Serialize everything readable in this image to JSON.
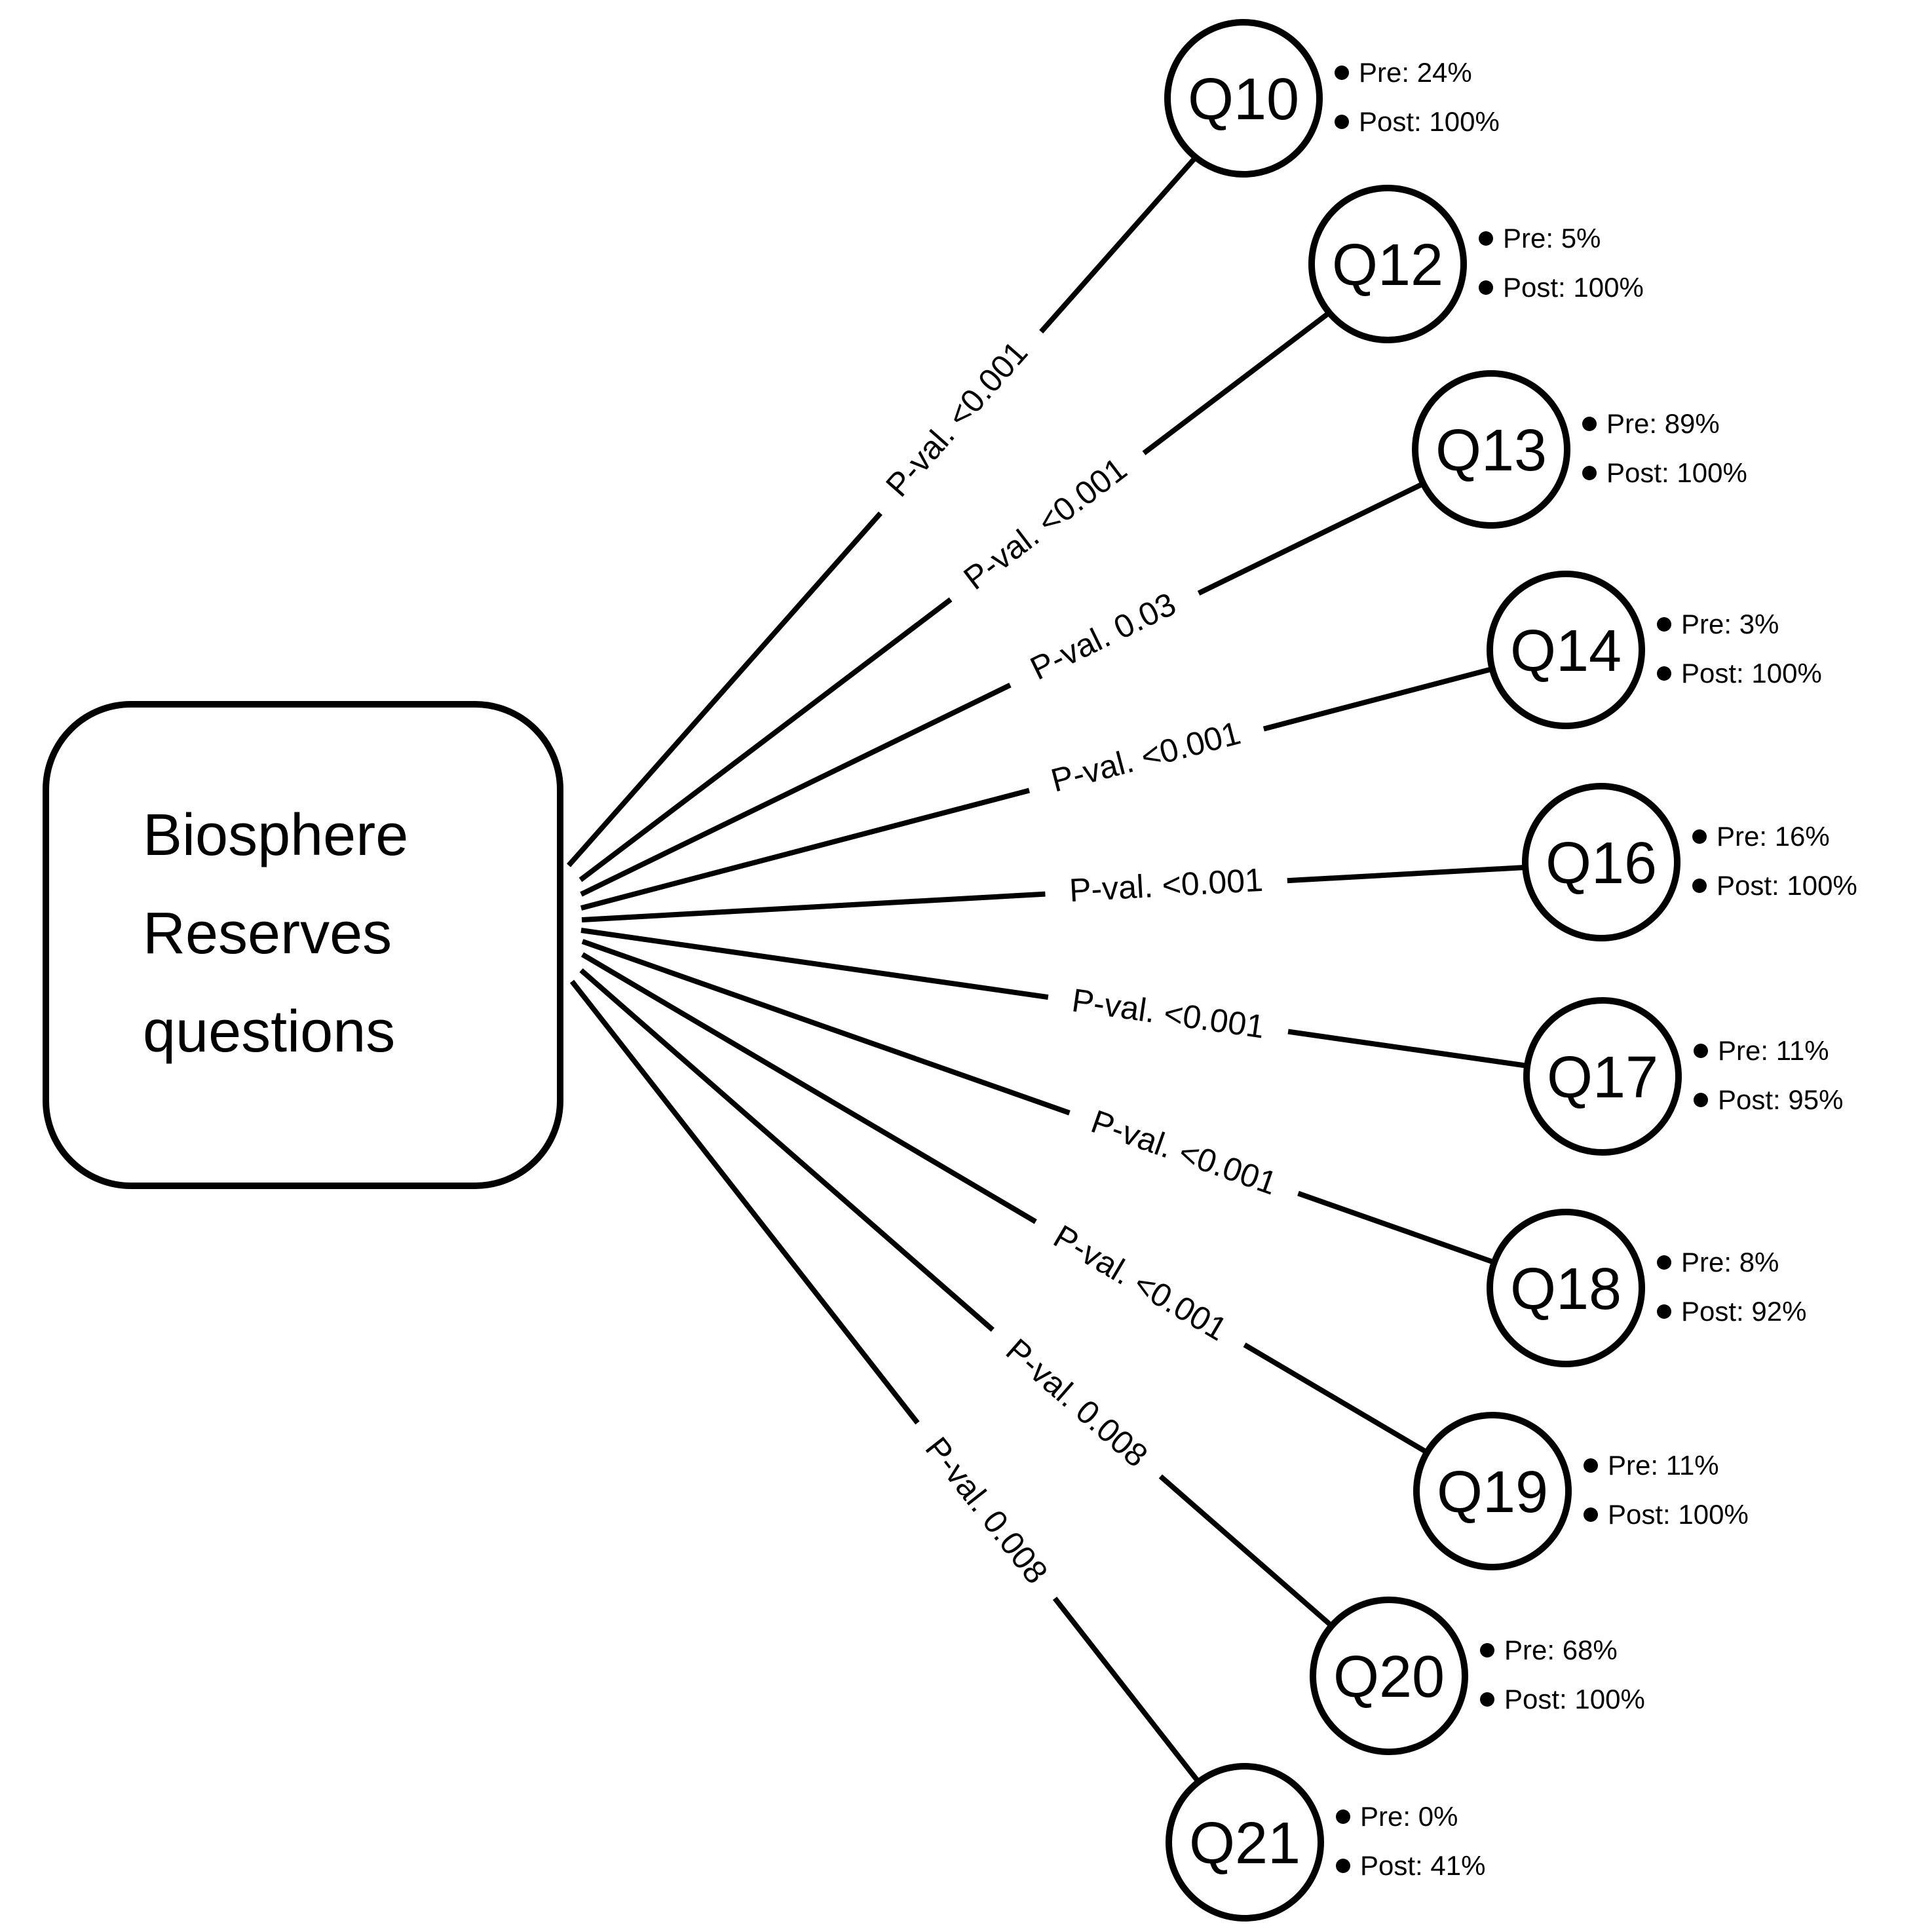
{
  "root": {
    "label": "Biosphere Reserves questions",
    "lines": [
      "Biosphere",
      "Reserves",
      "questions"
    ]
  },
  "icons": {
    "bullet": "filled-circle"
  },
  "colors": {
    "ink": "#000000",
    "background": "#ffffff"
  },
  "edges": [
    {
      "target": "Q10",
      "pval": "P-val. <0.001"
    },
    {
      "target": "Q12",
      "pval": "P-val. <0.001"
    },
    {
      "target": "Q13",
      "pval": "P-val. 0.03"
    },
    {
      "target": "Q14",
      "pval": "P-val. <0.001"
    },
    {
      "target": "Q16",
      "pval": "P-val. <0.001"
    },
    {
      "target": "Q17",
      "pval": "P-val. <0.001"
    },
    {
      "target": "Q18",
      "pval": "P-val. <0.001"
    },
    {
      "target": "Q19",
      "pval": "P-val. <0.001"
    },
    {
      "target": "Q20",
      "pval": "P-val. 0.008"
    },
    {
      "target": "Q21",
      "pval": "P-val. 0.008"
    }
  ],
  "nodes": [
    {
      "id": "Q10",
      "pre": "Pre: 24%",
      "post": "Post: 100%"
    },
    {
      "id": "Q12",
      "pre": "Pre: 5%",
      "post": "Post: 100%"
    },
    {
      "id": "Q13",
      "pre": "Pre: 89%",
      "post": "Post: 100%"
    },
    {
      "id": "Q14",
      "pre": "Pre: 3%",
      "post": "Post: 100%"
    },
    {
      "id": "Q16",
      "pre": "Pre: 16%",
      "post": "Post: 100%"
    },
    {
      "id": "Q17",
      "pre": "Pre: 11%",
      "post": "Post: 95%"
    },
    {
      "id": "Q18",
      "pre": "Pre: 8%",
      "post": "Post: 92%"
    },
    {
      "id": "Q19",
      "pre": "Pre: 11%",
      "post": "Post: 100%"
    },
    {
      "id": "Q20",
      "pre": "Pre: 68%",
      "post": "Post: 100%"
    },
    {
      "id": "Q21",
      "pre": "Pre: 0%",
      "post": "Post: 41%"
    }
  ]
}
